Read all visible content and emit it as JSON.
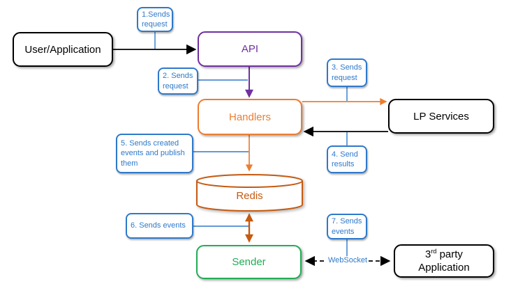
{
  "diagram": {
    "nodes": {
      "user": {
        "label": "User/Application",
        "color": "#000000"
      },
      "api": {
        "label": "API",
        "color": "#7030A0"
      },
      "handlers": {
        "label": "Handlers",
        "color": "#ED7D31"
      },
      "lp": {
        "label": "LP Services",
        "color": "#000000"
      },
      "redis": {
        "label": "Redis",
        "color": "#C55A11"
      },
      "sender": {
        "label": "Sender",
        "color": "#22AC55"
      },
      "third_party": {
        "num": "3",
        "sup": "rd",
        "rest": " party",
        "line2": "Application",
        "color": "#000000"
      }
    },
    "callouts": {
      "c1": {
        "text": "1.Sends request"
      },
      "c2": {
        "text": "2. Sends request"
      },
      "c3": {
        "text": "3. Sends request"
      },
      "c4": {
        "text": "4. Send results"
      },
      "c5": {
        "text": "5. Sends created events and publish them"
      },
      "c6": {
        "text": "6. Sends events"
      },
      "c7": {
        "text": "7. Sends events"
      }
    },
    "edge_labels": {
      "websocket": "WebSocket"
    },
    "colors": {
      "callout_blue": "#2E79CA",
      "purple": "#7030A0",
      "orange": "#ED7D31",
      "dark_orange_brown": "#C55A11",
      "green": "#22AC55",
      "black": "#000000"
    }
  }
}
